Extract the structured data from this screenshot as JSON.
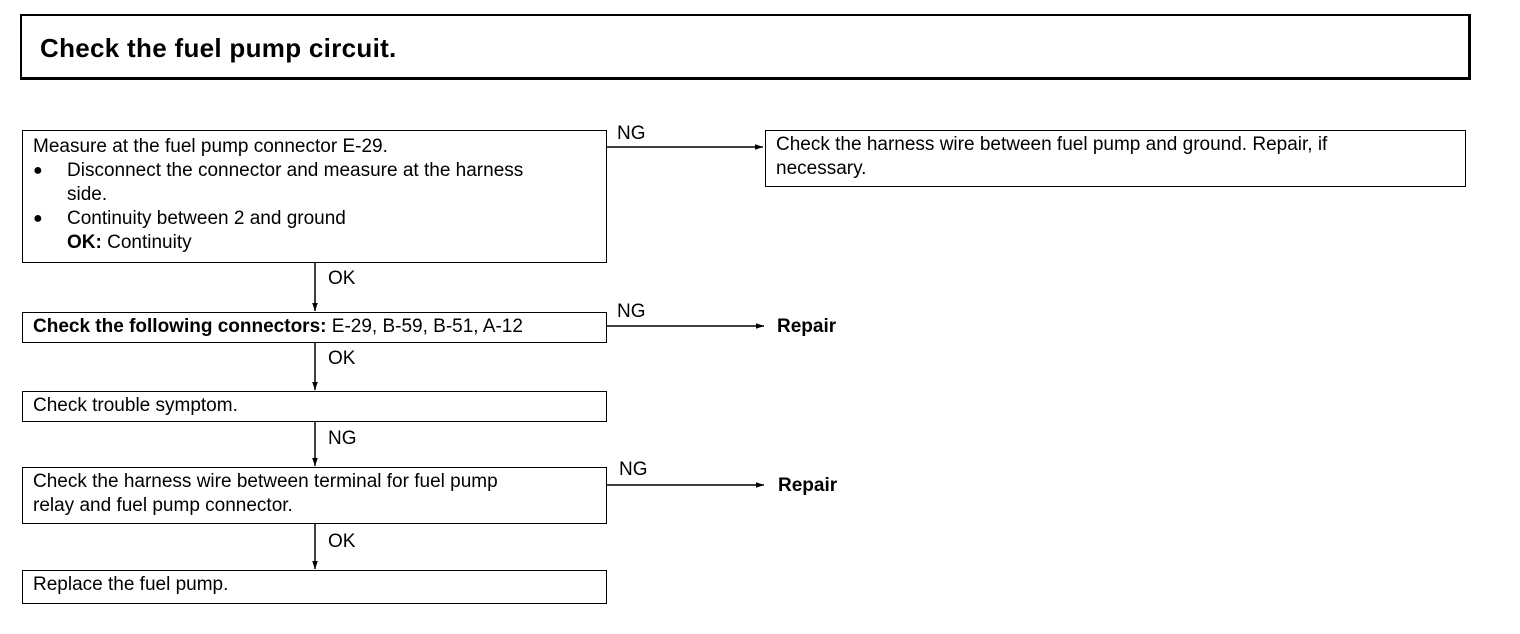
{
  "title": "Check the fuel pump circuit.",
  "steps": {
    "measure": {
      "line1": "Measure at the fuel pump connector E-29.",
      "bullet_symbol": "●",
      "bullet1": "Disconnect the connector and measure at the harness",
      "bullet1_cont": "side.",
      "bullet2": "Continuity between 2 and ground",
      "ok_label": "OK:",
      "ok_value": "Continuity"
    },
    "connectors": {
      "label": "Check the following connectors:",
      "value": "E-29, B-59, B-51, A-12"
    },
    "symptom": {
      "text": "Check trouble symptom."
    },
    "harness": {
      "line1": "Check the harness wire between terminal for fuel pump",
      "line2": "relay and fuel pump connector."
    },
    "replace": {
      "text": "Replace the fuel pump."
    }
  },
  "results": {
    "ground_check": {
      "line1": "Check the harness wire between fuel pump and ground. Repair, if",
      "line2": "necessary."
    },
    "repair1": "Repair",
    "repair2": "Repair"
  },
  "arrows": {
    "ng1": "NG",
    "ok1": "OK",
    "ng2": "NG",
    "ok2": "OK",
    "ng3": "NG",
    "ng4": "NG",
    "ok3": "OK"
  }
}
